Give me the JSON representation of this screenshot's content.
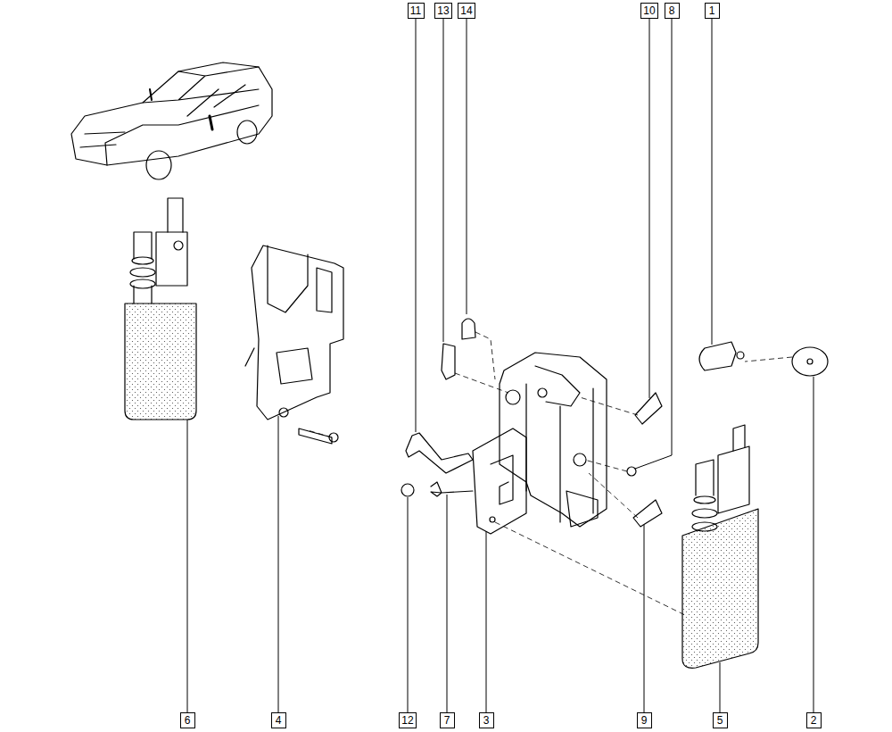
{
  "diagram": {
    "labels": [
      "11",
      "13",
      "14",
      "10",
      "8",
      "1",
      "6",
      "4",
      "12",
      "7",
      "3",
      "9",
      "5",
      "2"
    ]
  }
}
